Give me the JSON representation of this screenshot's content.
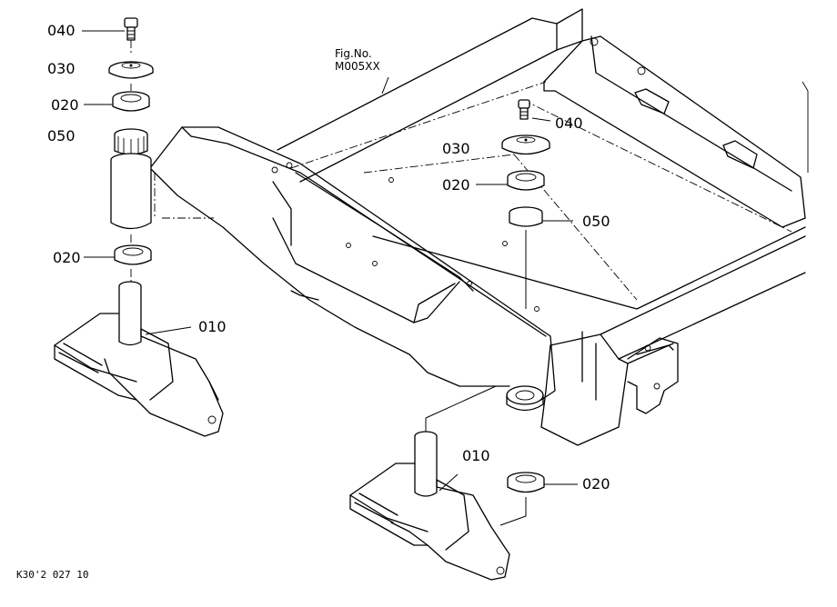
{
  "figure_ref": {
    "line1": "Fig.No.",
    "line2": "M005XX"
  },
  "drawing_code": "K30'2 027 10",
  "callouts": {
    "c040_top": "040",
    "c030_top": "030",
    "c020_top": "020",
    "c050_left": "050",
    "c020_mid": "020",
    "c010_left": "010",
    "c040_right": "040",
    "c030_right": "030",
    "c020_right": "020",
    "c050_right": "050",
    "c010_bottom": "010",
    "c020_bottom": "020"
  }
}
